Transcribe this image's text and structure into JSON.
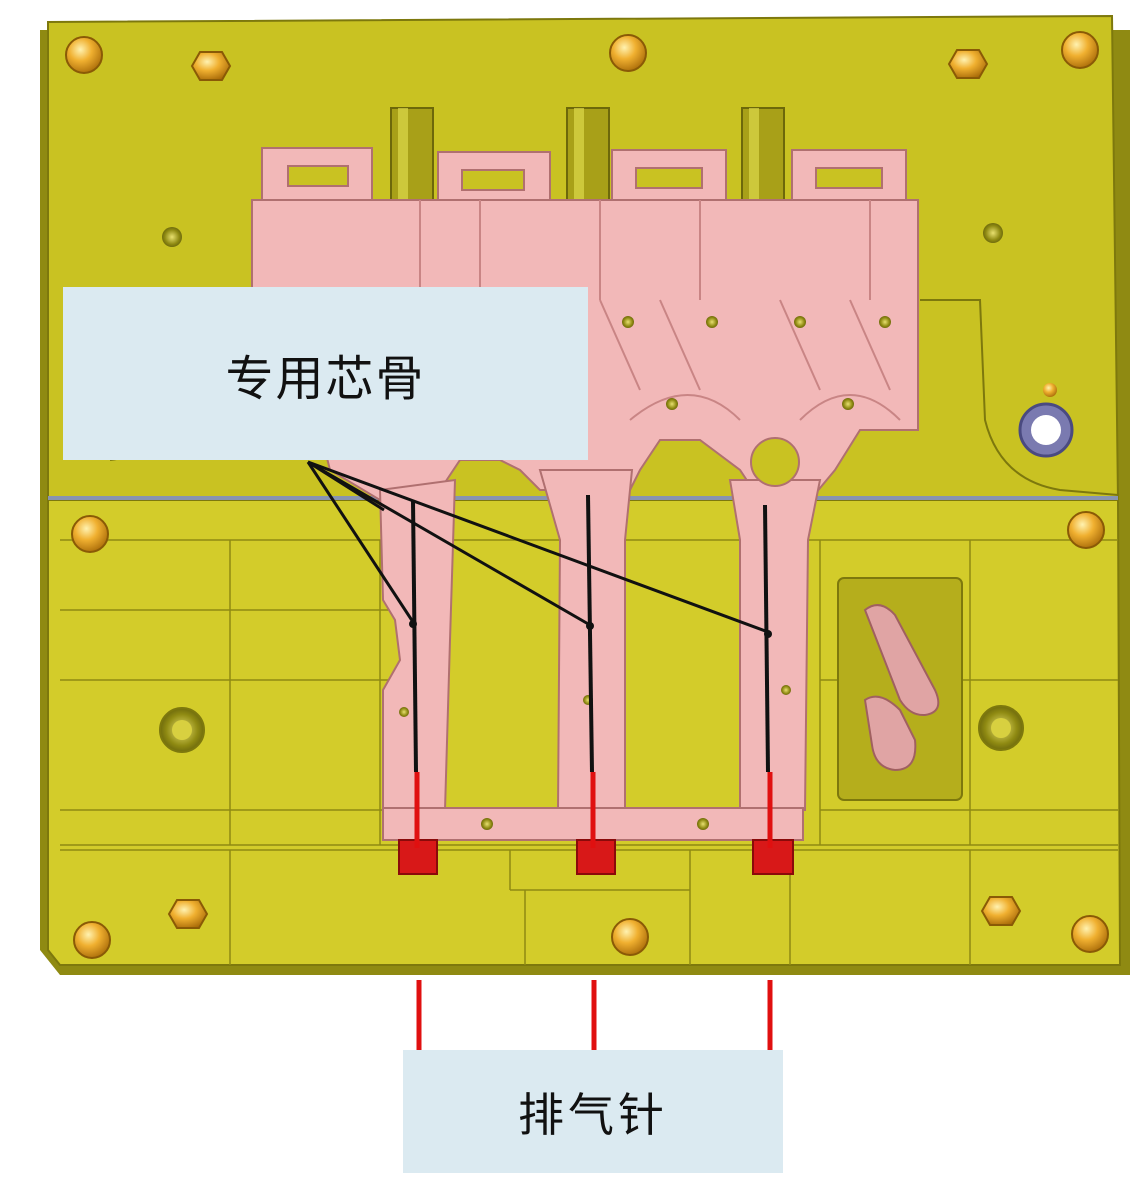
{
  "labels": {
    "core": "专用芯骨",
    "vent": "排气针"
  },
  "diagram": {
    "pin_count": 3,
    "core_count": 3
  },
  "colors": {
    "mold_plate": "#c9c222",
    "mold_plate_dark": "#8f8a12",
    "mold_plate_light": "#ddd836",
    "part": "#f2b8b8",
    "part_dark": "#c98585",
    "core_pin": "#111111",
    "vent_pin": "#e01010",
    "bolt": "#e9a21a",
    "callout_bg": "#dbeaf1"
  }
}
